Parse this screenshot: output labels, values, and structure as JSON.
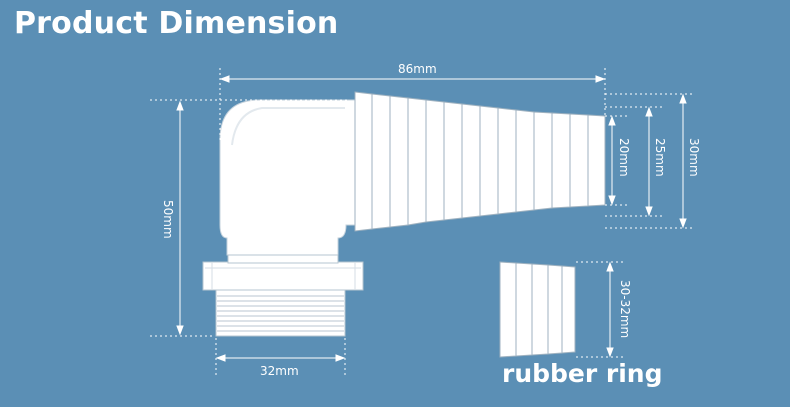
{
  "title": "Product Dimension",
  "dimensions": {
    "overall_length": "86mm",
    "height": "50mm",
    "thread_width": "32mm",
    "tip_20": "20mm",
    "tip_25": "25mm",
    "tip_30": "30mm",
    "ring": "30-32mm"
  },
  "ring_label": "rubber ring",
  "colors": {
    "background": "#5b8fb5",
    "part": "#ffffff",
    "line": "#ffffff"
  }
}
